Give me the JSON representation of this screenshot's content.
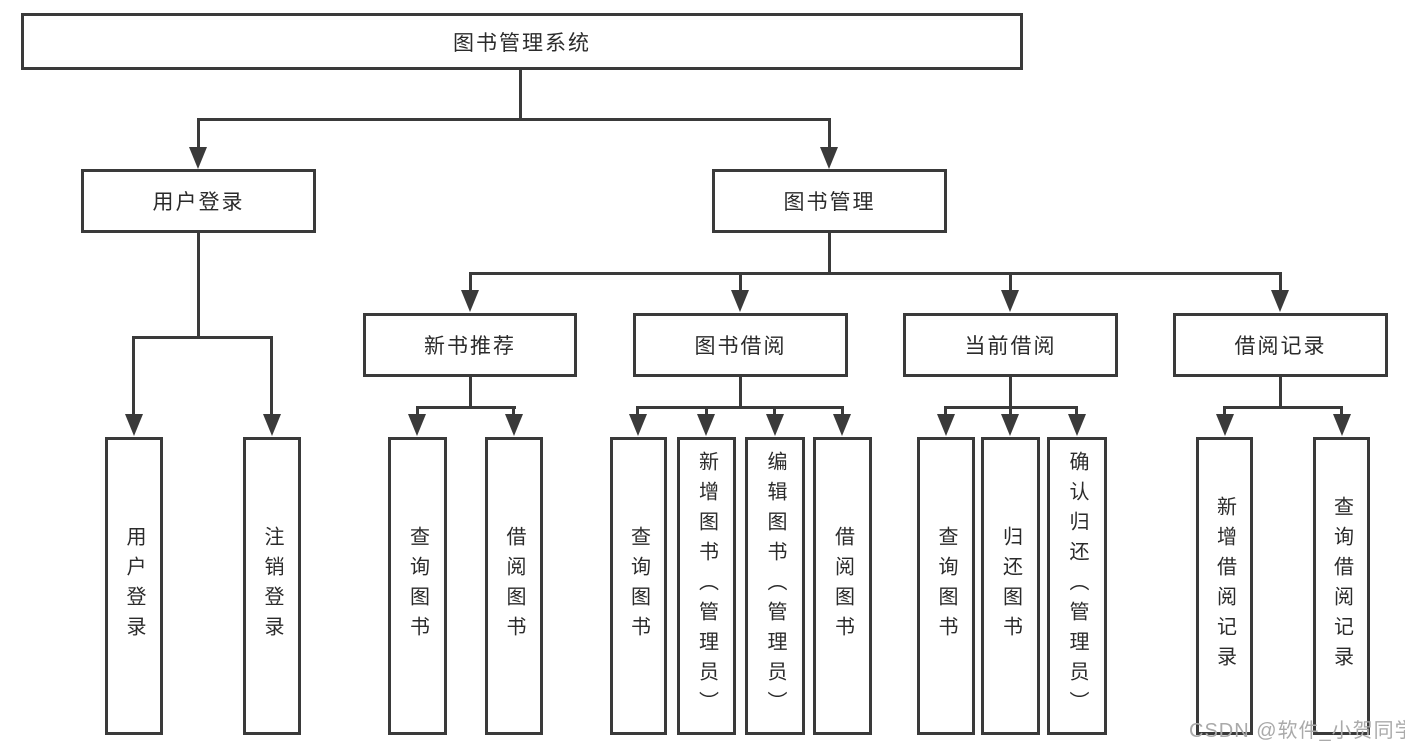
{
  "diagram": {
    "root": {
      "label": "图书管理系统"
    },
    "branches": {
      "user_login": {
        "label": "用户登录",
        "children": {
          "login": {
            "label": "用户登录"
          },
          "logout": {
            "label": "注销登录"
          }
        }
      },
      "book_management": {
        "label": "图书管理",
        "children": {
          "new_book_recommend": {
            "label": "新书推荐",
            "children": {
              "query_book": {
                "label": "查询图书"
              },
              "borrow_book": {
                "label": "借阅图书"
              }
            }
          },
          "book_borrow": {
            "label": "图书借阅",
            "children": {
              "query_book": {
                "label": "查询图书"
              },
              "add_book": {
                "label": "新增图书（管理员）"
              },
              "edit_book": {
                "label": "编辑图书（管理员）"
              },
              "borrow_book": {
                "label": "借阅图书"
              }
            }
          },
          "current_borrow": {
            "label": "当前借阅",
            "children": {
              "query_book": {
                "label": "查询图书"
              },
              "return_book": {
                "label": "归还图书"
              },
              "confirm_return": {
                "label": "确认归还（管理员）"
              }
            }
          },
          "borrow_records": {
            "label": "借阅记录",
            "children": {
              "add_record": {
                "label": "新增借阅记录"
              },
              "query_record": {
                "label": "查询借阅记录"
              }
            }
          }
        }
      }
    }
  },
  "watermark": {
    "text": "CSDN @软件_小贺同学"
  },
  "colors": {
    "box_border": "#3a3a3a",
    "connector": "#3a3a3a",
    "text": "#2b2b2b",
    "background": "#ffffff",
    "watermark": "#aaaaaa"
  }
}
